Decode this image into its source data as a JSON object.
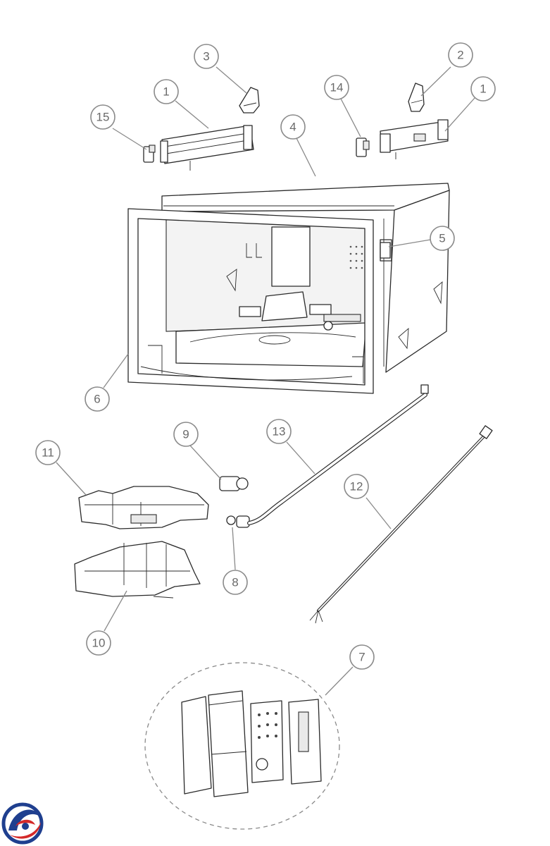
{
  "callouts": [
    {
      "id": "c1a",
      "label": "1"
    },
    {
      "id": "c1b",
      "label": "1"
    },
    {
      "id": "c2",
      "label": "2"
    },
    {
      "id": "c3",
      "label": "3"
    },
    {
      "id": "c4",
      "label": "4"
    },
    {
      "id": "c5",
      "label": "5"
    },
    {
      "id": "c6",
      "label": "6"
    },
    {
      "id": "c7",
      "label": "7"
    },
    {
      "id": "c8",
      "label": "8"
    },
    {
      "id": "c9",
      "label": "9"
    },
    {
      "id": "c10",
      "label": "10"
    },
    {
      "id": "c11",
      "label": "11"
    },
    {
      "id": "c12",
      "label": "12"
    },
    {
      "id": "c13",
      "label": "13"
    },
    {
      "id": "c14",
      "label": "14"
    },
    {
      "id": "c15",
      "label": "15"
    }
  ],
  "logo": {
    "icon": "brand-swirl-logo-icon",
    "colors": [
      "#1f3f8f",
      "#d42a2a"
    ]
  }
}
